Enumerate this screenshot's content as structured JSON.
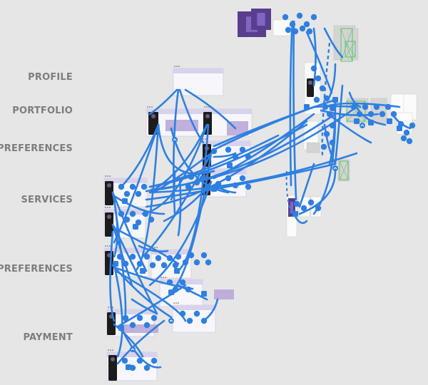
{
  "canvas": {
    "background": "#e6e6e6",
    "wire_color": "#2f7fe0",
    "frame_header_color": "#d9d2ec",
    "phone_color": "#1c1c1c",
    "prototype_green": "#5cc46a",
    "section_labels": [
      {
        "id": "profile",
        "text": "PROFILE"
      },
      {
        "id": "portfolio",
        "text": "PORTFOLIO"
      },
      {
        "id": "preferences-1",
        "text": "PREFERENCES"
      },
      {
        "id": "services",
        "text": "SERVICES"
      },
      {
        "id": "preferences-2",
        "text": "PREFERENCES"
      },
      {
        "id": "payment",
        "text": "PAYMENT"
      }
    ]
  }
}
